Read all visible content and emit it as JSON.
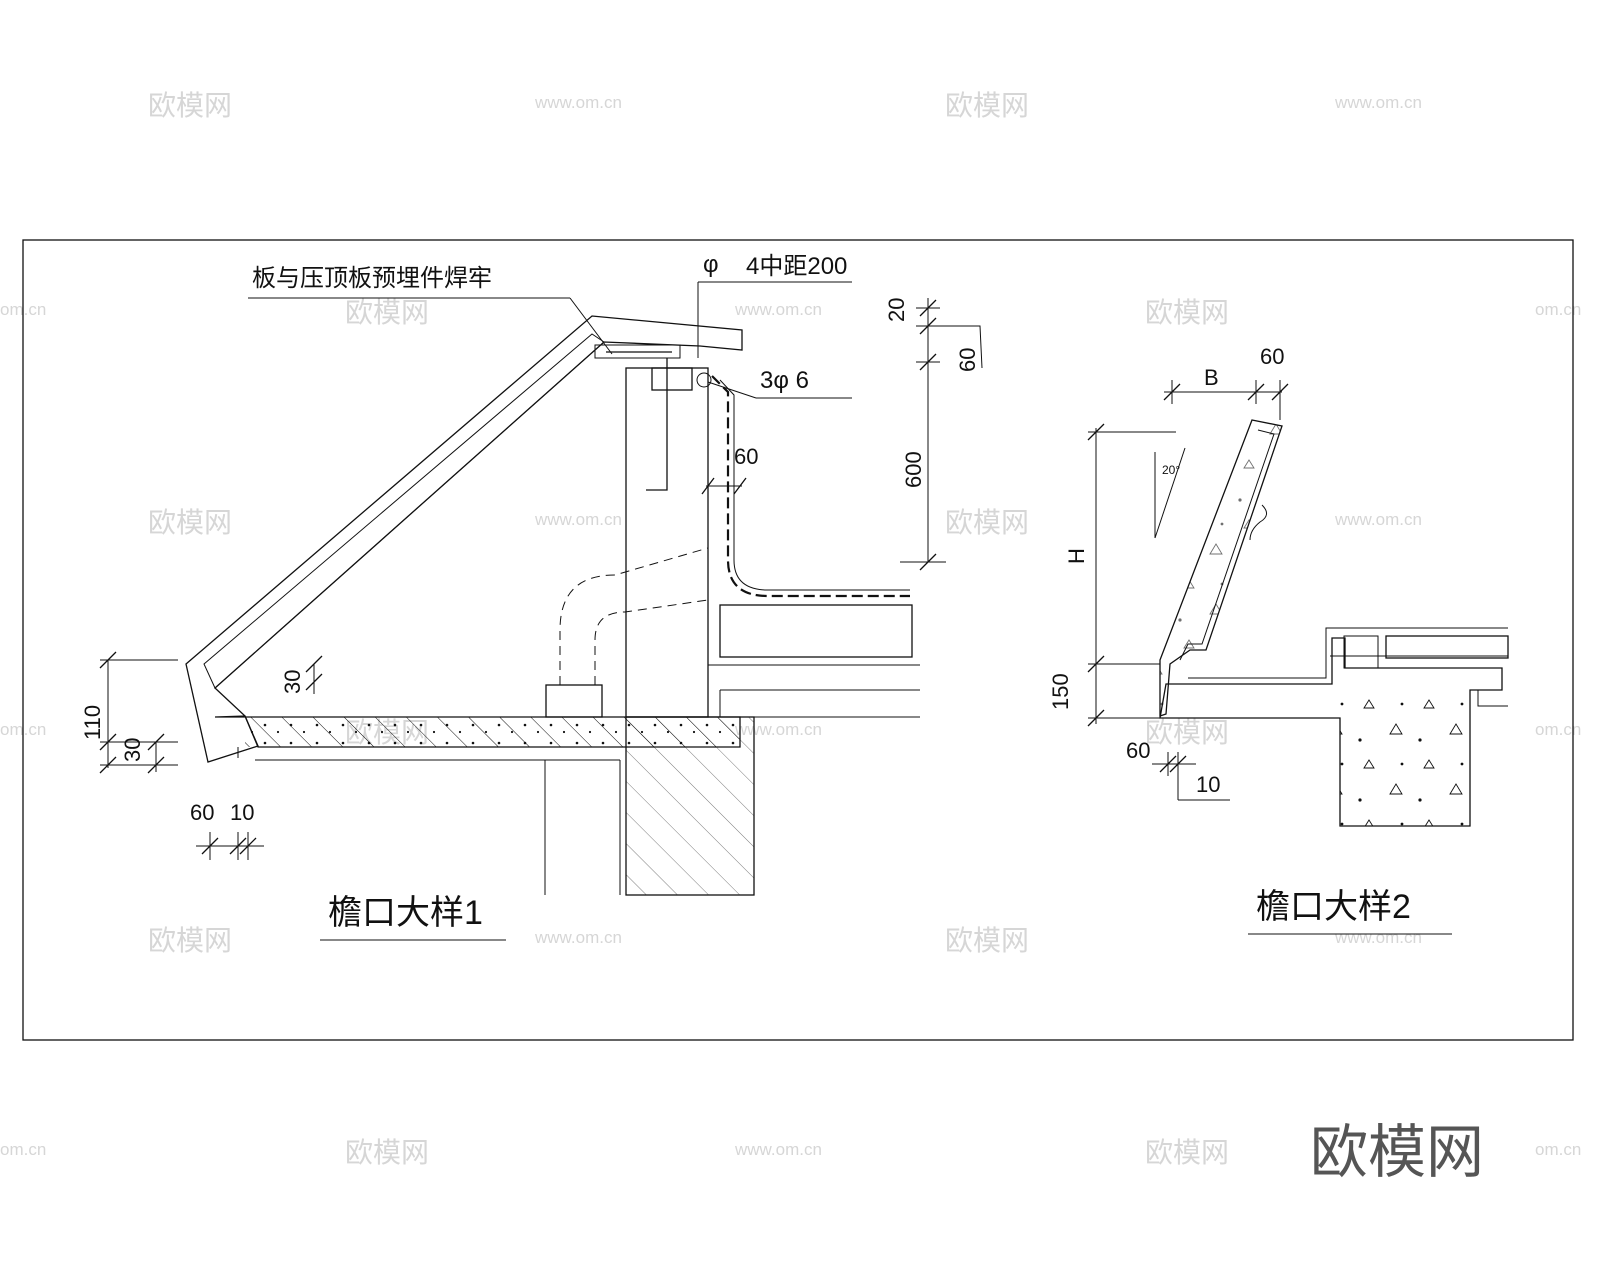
{
  "watermarks": {
    "cn": "欧模网",
    "url": "www.om.cn",
    "url_short": "om.cn"
  },
  "brand_logo": "欧模网",
  "detail1": {
    "title": "檐口大样1",
    "weld_note": "板与压顶板预埋件焊牢",
    "rebar_note": "4中距200",
    "phi": "φ",
    "bar_note": "3φ  6",
    "dims": {
      "d20": "20",
      "d60_top": "60",
      "d600": "600",
      "d60_side": "60",
      "d110": "110",
      "d30_left": "30",
      "d30_inner": "30",
      "d60_bottom": "60",
      "d10_bottom": "10"
    }
  },
  "detail2": {
    "title": "檐口大样2",
    "dims": {
      "B": "B",
      "d60_top": "60",
      "H": "H",
      "d150": "150",
      "angle": "20°",
      "d60_bottom": "60",
      "d10_bottom": "10"
    }
  },
  "colors": {
    "line": "#111111",
    "watermark": "#d6d6d6",
    "logo": "#555555"
  }
}
